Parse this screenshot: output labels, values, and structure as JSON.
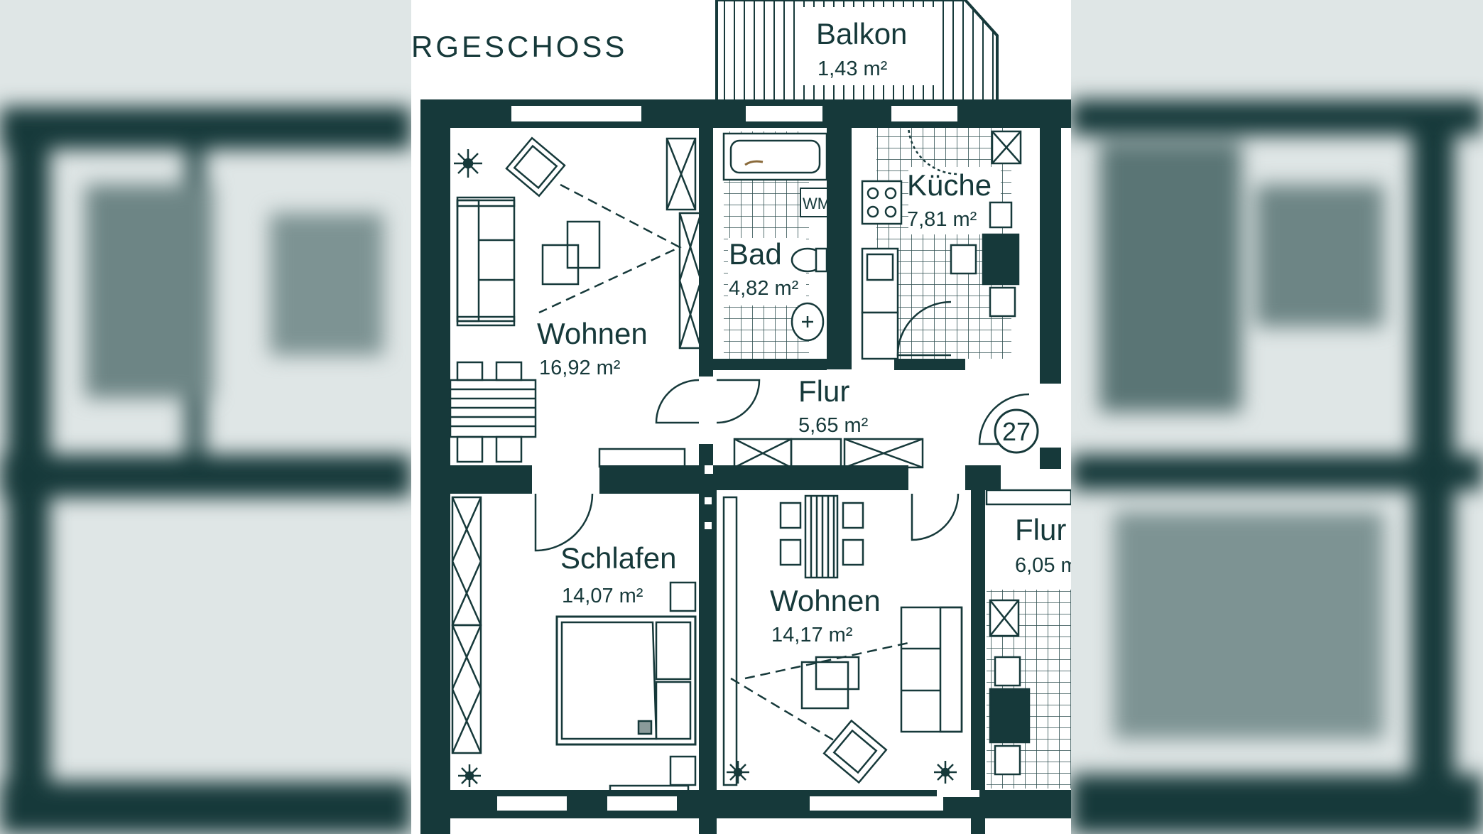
{
  "floor_label": "RGESCHOSS",
  "unit_number": "27",
  "colors": {
    "wall": "#16393a",
    "tile": "#2f4f50",
    "paper": "#ffffff",
    "background_blur": "#9fb3b3"
  },
  "rooms": {
    "balkon": {
      "name": "Balkon",
      "area": "1,43 m²"
    },
    "kueche": {
      "name": "Küche",
      "area": "7,81 m²"
    },
    "bad": {
      "name": "Bad",
      "area": "4,82 m²"
    },
    "wm": "WM",
    "wohnen1": {
      "name": "Wohnen",
      "area": "16,92 m²"
    },
    "flur1": {
      "name": "Flur",
      "area": "5,65 m²"
    },
    "schlafen": {
      "name": "Schlafen",
      "area": "14,07 m²"
    },
    "wohnen2": {
      "name": "Wohnen",
      "area": "14,17 m²"
    },
    "flur2": {
      "name": "Flur",
      "area": "6,05 m"
    }
  },
  "symbols": [
    "plant-icon",
    "armchair-icon",
    "sofa-icon",
    "table-icon",
    "bed-icon",
    "bathtub-icon",
    "toilet-icon",
    "sink-icon",
    "stove-icon",
    "door-swing-icon",
    "wardrobe-icon",
    "window-icon",
    "radiator-icon"
  ]
}
